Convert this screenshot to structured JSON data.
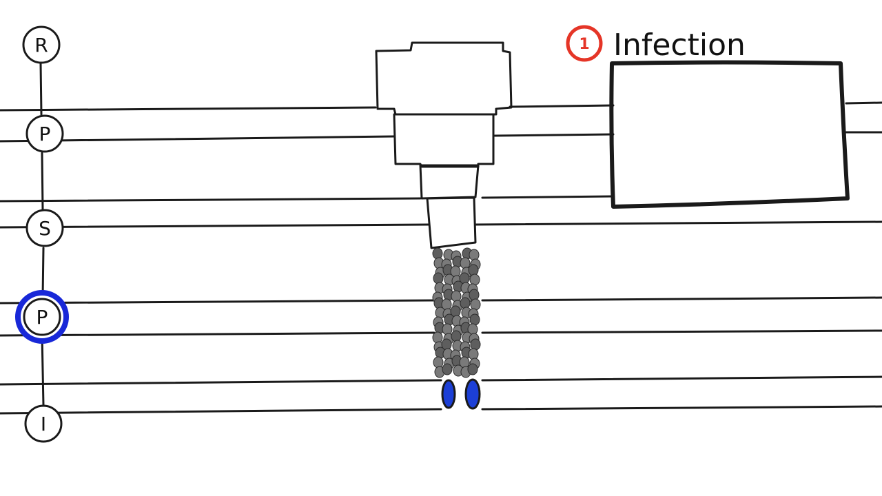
{
  "title": {
    "step_number": "1",
    "label": "Infection",
    "accent_color": "#e53527"
  },
  "stage_nodes": [
    {
      "letter": "R",
      "active": false
    },
    {
      "letter": "P",
      "active": false
    },
    {
      "letter": "S",
      "active": false
    },
    {
      "letter": "P",
      "active": true
    },
    {
      "letter": "I",
      "active": false
    }
  ],
  "colors": {
    "active_node": "#1828d8",
    "figure_fill": "#fdf5f3",
    "cells": "#7a7a7a",
    "feet": "#1c3fd6"
  }
}
